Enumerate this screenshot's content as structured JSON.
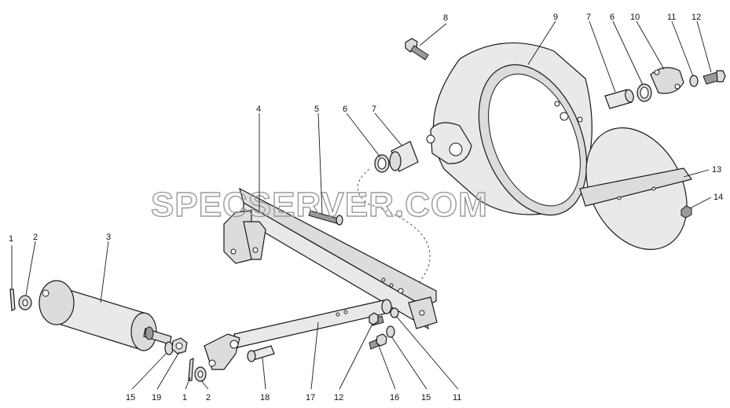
{
  "watermark": "SPECSERVER.COM",
  "callouts": {
    "c_1_top": "1",
    "c_2_top": "2",
    "c_3": "3",
    "c_4": "4",
    "c_5": "5",
    "c_6_mid": "6",
    "c_7_mid": "7",
    "c_8": "8",
    "c_9": "9",
    "c_7_right": "7",
    "c_6_right": "6",
    "c_10": "10",
    "c_11_top": "11",
    "c_12_top": "12",
    "c_13": "13",
    "c_14": "14",
    "c_15_left": "15",
    "c_19": "19",
    "c_1_bottom": "1",
    "c_2_bottom": "2",
    "c_18": "18",
    "c_17": "17",
    "c_12_bottom": "12",
    "c_16": "16",
    "c_15_right": "15",
    "c_11_bottom": "11"
  }
}
